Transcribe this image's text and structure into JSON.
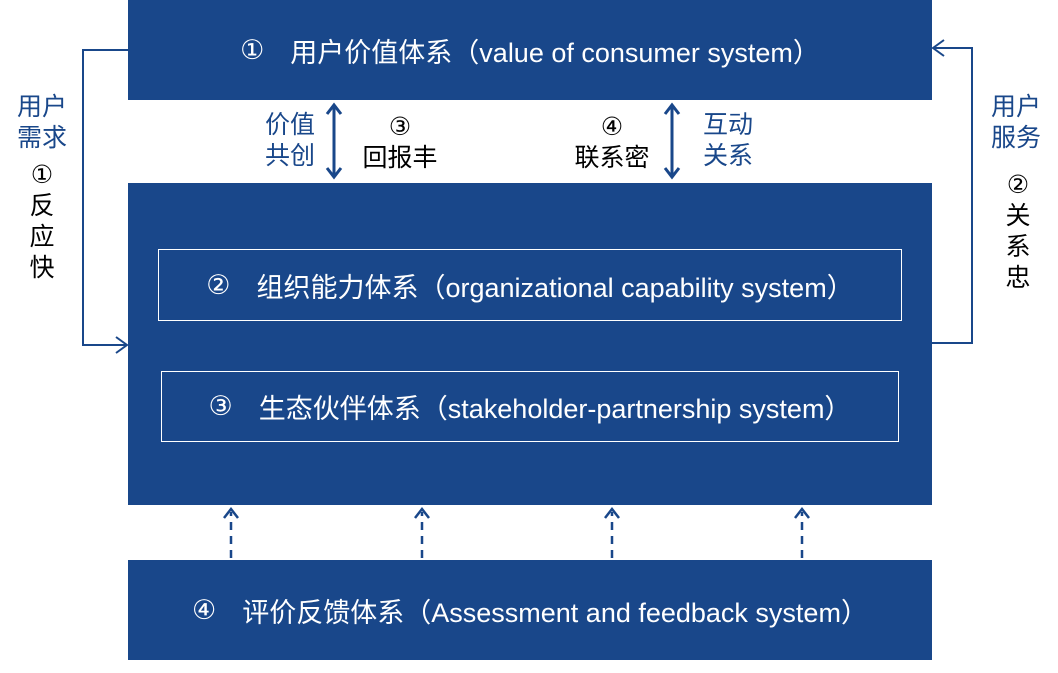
{
  "colors": {
    "primary": "#19478a",
    "text_dark": "#000000",
    "text_light": "#ffffff"
  },
  "systems": {
    "consumer": {
      "num": "①",
      "label": "用户价值体系（value of consumer system）"
    },
    "organizational": {
      "num": "②",
      "label": "组织能力体系（organizational capability system）"
    },
    "stakeholder": {
      "num": "③",
      "label": "生态伙伴体系（stakeholder-partnership system）"
    },
    "assessment": {
      "num": "④",
      "label": "评价反馈体系（Assessment and feedback system）"
    }
  },
  "left": {
    "title_line1": "用户",
    "title_line2": "需求",
    "num": "①",
    "v1": "反",
    "v2": "应",
    "v3": "快"
  },
  "right": {
    "title_line1": "用户",
    "title_line2": "服务",
    "num": "②",
    "v1": "关",
    "v2": "系",
    "v3": "忠"
  },
  "middle": {
    "cocreation_line1": "价值",
    "cocreation_line2": "共创",
    "reward_num": "③",
    "reward": "回报丰",
    "contact_num": "④",
    "contact": "联系密",
    "interaction_line1": "互动",
    "interaction_line2": "关系"
  }
}
